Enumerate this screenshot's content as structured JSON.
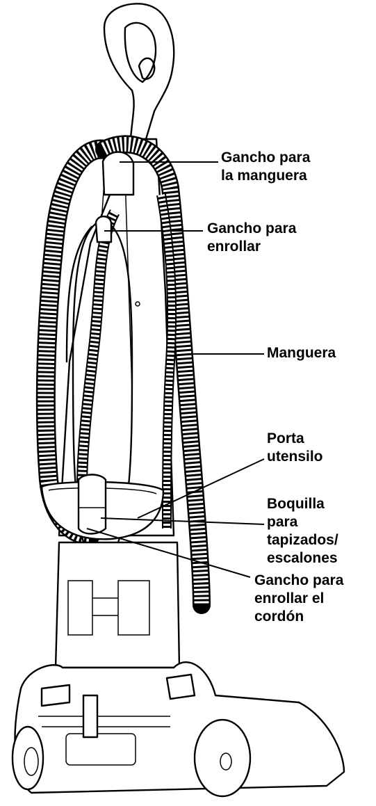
{
  "labels": {
    "hose_hook": [
      "Gancho para",
      "la manguera"
    ],
    "wrap_hook": [
      "Gancho para",
      "enrollar"
    ],
    "hose": [
      "Manguera"
    ],
    "tool_holder": [
      "Porta",
      "utensilo"
    ],
    "upholstery_tool": [
      "Boquilla",
      "para",
      "tapizados/",
      "escalones"
    ],
    "cord_wrap_hook": [
      "Gancho para",
      "enrollar el",
      "cordón"
    ]
  }
}
